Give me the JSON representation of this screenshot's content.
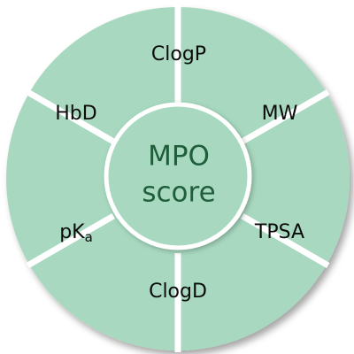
{
  "center": {
    "line1": "MPO",
    "line2": "score"
  },
  "segments": [
    {
      "label": "ClogP",
      "sub": ""
    },
    {
      "label": "MW",
      "sub": ""
    },
    {
      "label": "TPSA",
      "sub": ""
    },
    {
      "label": "ClogD",
      "sub": ""
    },
    {
      "label": "pK",
      "sub": "a"
    },
    {
      "label": "HbD",
      "sub": ""
    }
  ],
  "colors": {
    "segment_fill": "#a8d9c0",
    "center_fill": "#a8d9c0",
    "separator": "#ffffff",
    "center_text": "#1e5e3b",
    "segment_text": "#0b0b0b"
  }
}
